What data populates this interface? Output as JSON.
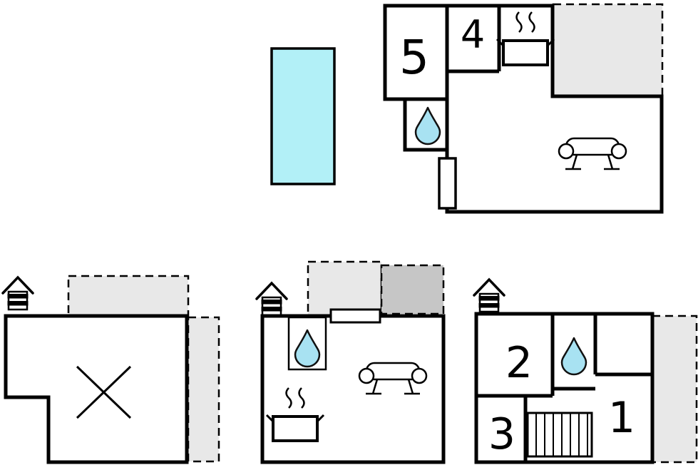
{
  "colors": {
    "wall": "#000000",
    "pool": "#b2f0f7",
    "water_drop": "#a8e2f2",
    "terrace_light": "#e8e8e8",
    "terrace_dark": "#c6c6c6",
    "background": "#ffffff"
  },
  "rooms": {
    "room1": {
      "label": "1"
    },
    "room2": {
      "label": "2"
    },
    "room3": {
      "label": "3"
    },
    "room4": {
      "label": "4"
    },
    "room5": {
      "label": "5"
    }
  },
  "icons": {
    "chimney": "chimney-icon",
    "shower": "water-drop-icon",
    "stove": "stove-steam-icon",
    "sofa": "sofa-icon",
    "stairs": "stairs-icon",
    "pool": "swimming-pool",
    "cross": "cross-marker",
    "door": "door-panel",
    "window": "window-opening"
  }
}
